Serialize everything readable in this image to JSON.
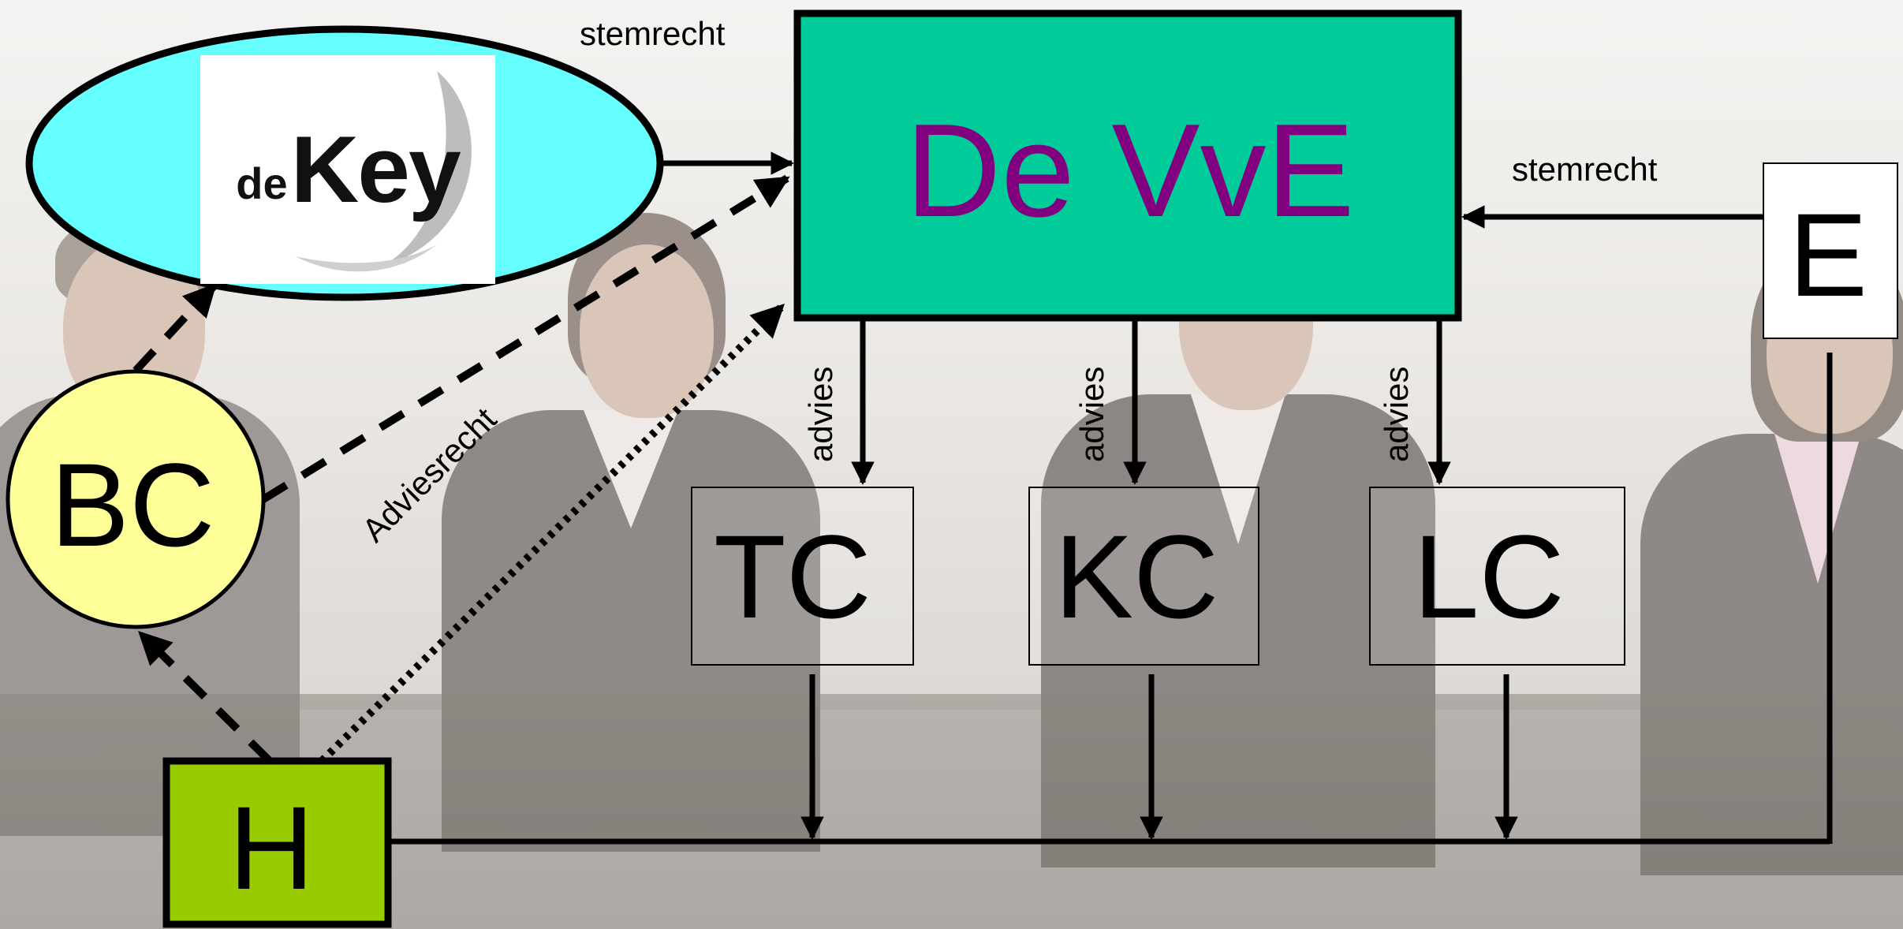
{
  "diagram": {
    "center_node": {
      "label": "De VvE",
      "color": "#00cc99",
      "text_color": "#800080"
    },
    "logo": {
      "prefix": "de",
      "name": "Key",
      "bubble_color": "#66ffff"
    },
    "nodes": {
      "bc": {
        "label": "BC",
        "color": "#ffff99"
      },
      "h": {
        "label": "H",
        "color": "#99cc00"
      },
      "e": {
        "label": "E"
      },
      "tc": {
        "label": "TC"
      },
      "kc": {
        "label": "KC"
      },
      "lc": {
        "label": "LC"
      }
    },
    "edge_labels": {
      "stemrecht_left": "stemrecht",
      "stemrecht_right": "stemrecht",
      "advies_1": "advies",
      "advies_2": "advies",
      "advies_3": "advies",
      "adviesrecht": "Adviesrecht"
    }
  }
}
